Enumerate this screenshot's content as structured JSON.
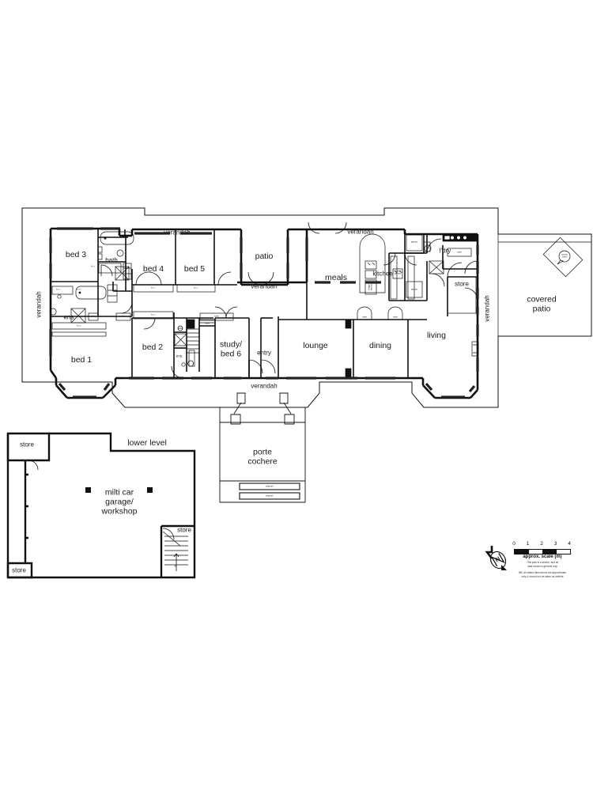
{
  "document": {
    "type": "floor-plan",
    "levels": [
      "upper level",
      "lower level"
    ],
    "background_color": "#ffffff",
    "line_color": "#111111"
  },
  "labels": {
    "bed3": "bed 3",
    "bed4": "bed 4",
    "bed5": "bed 5",
    "bed1": "bed 1",
    "bed2": "bed 2",
    "study_bed6": "study/\nbed 6",
    "bath": "bath",
    "ens_left": "ens.",
    "ens_mid": "ens.",
    "entry": "entry",
    "patio": "patio",
    "meals": "meals",
    "kitchen": "kitchen",
    "lounge": "lounge",
    "dining": "dining",
    "living": "living",
    "store_right": "store",
    "covered_patio": "covered\npatio",
    "pizza_oven": "pizza\noven",
    "laundry": "l'dry",
    "butlers_pantry": "butlers\npantry",
    "pantry_top": "pantry",
    "pantry_bottom": "pantry",
    "fridge_space": "fridge\nspace",
    "porte_cochere": "porte\ncochere",
    "planter_1": "planter",
    "planter_2": "planter",
    "lower_level": "lower level",
    "garage": "milti car\ngarage/\nworkshop",
    "store_lower_topleft": "store",
    "store_lower_bottomleft": "store",
    "store_lower_right": "store",
    "verandah_top_left": "verandah",
    "verandah_top_right": "verandah",
    "verandah_mid": "verandah",
    "verandah_bottom": "verandah",
    "verandah_west": "verandah",
    "verandah_east": "verandah",
    "br_1": "b.i.r.",
    "br_2": "b.i.r.",
    "br_3": "b.i.r.",
    "br_4": "b.i.r.",
    "br_5": "b.i.r.",
    "br_6": "b.i.r.",
    "wir": "w.i.r.",
    "robe_1": "robe",
    "robe_2": "robe",
    "robe_3": "robe",
    "robe_4": "robe",
    "robe_5": "robe",
    "robe_6": "robe",
    "robe_7": "robe",
    "dn": "dn"
  },
  "scale": {
    "ticks": [
      "0",
      "1",
      "2",
      "3",
      "4"
    ],
    "caption": "approx. scale (m)",
    "note_line_1": "This plan is a sketch, and all",
    "note_line_2": "data shown is general only",
    "note_line_3": "NB: All stated dimensions are approximate",
    "note_line_4": "only & should not be taken as definite"
  },
  "compass": {
    "letter": "N",
    "name": "north-arrow"
  }
}
